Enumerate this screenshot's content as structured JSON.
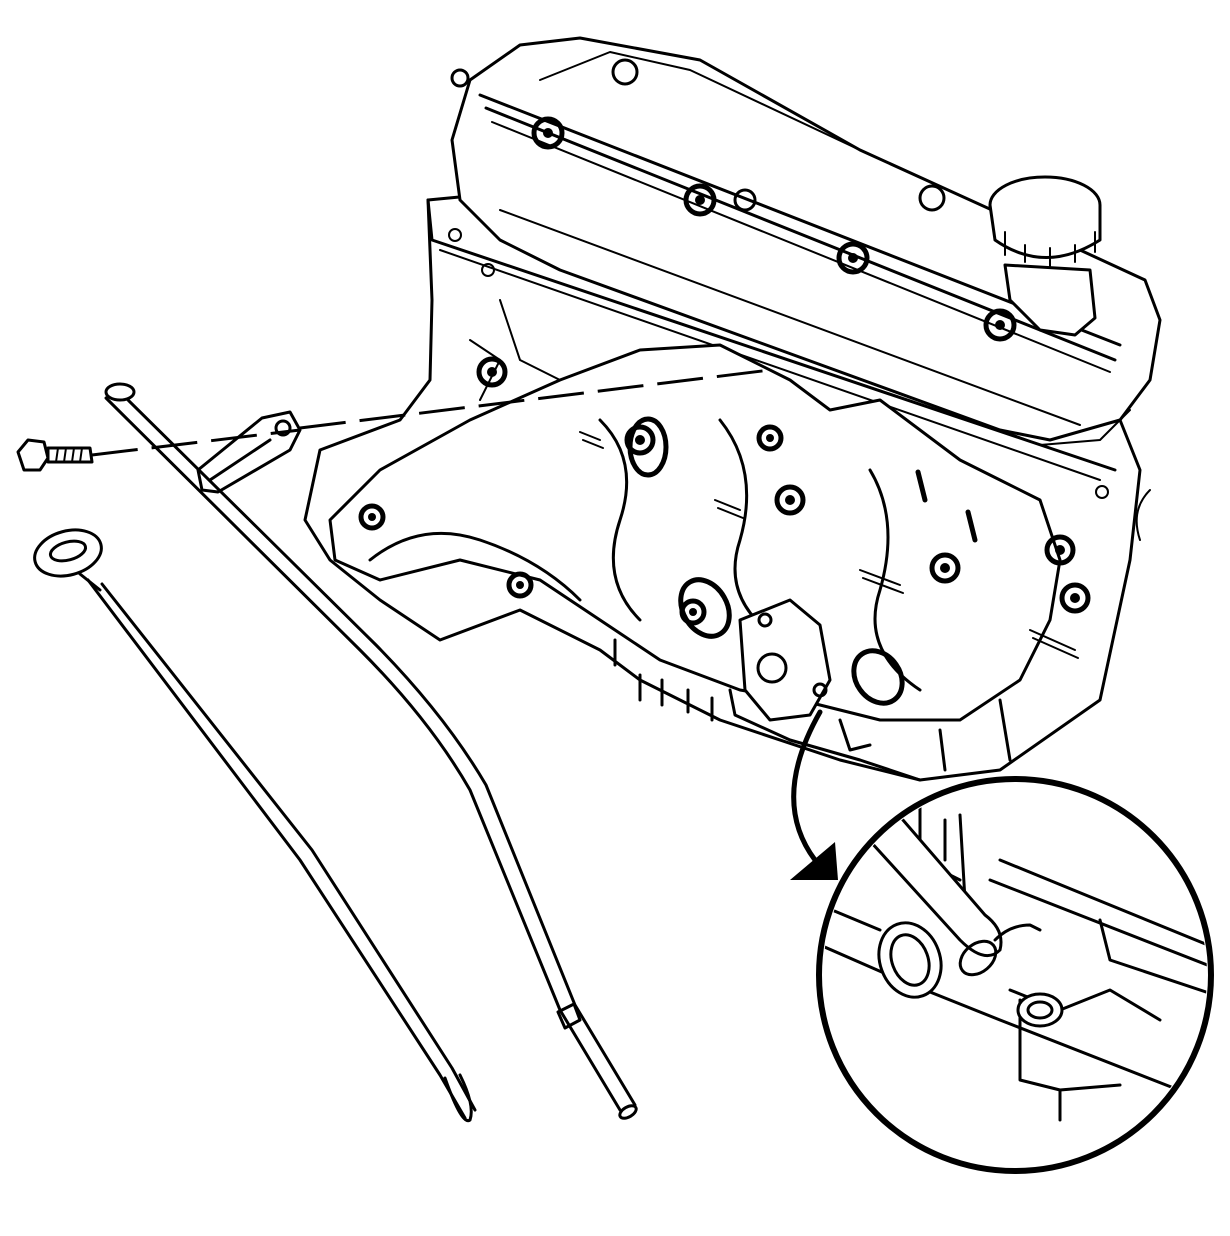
{
  "diagram": {
    "labels": [],
    "components": [
      "engine-assembly",
      "valve-cover",
      "oil-filler-cap",
      "exhaust-manifold",
      "oil-level-indicator",
      "oil-level-indicator-tube",
      "tube-bracket-bolt",
      "detail-callout"
    ],
    "colors": {
      "line": "#000000",
      "background": "#ffffff"
    }
  }
}
